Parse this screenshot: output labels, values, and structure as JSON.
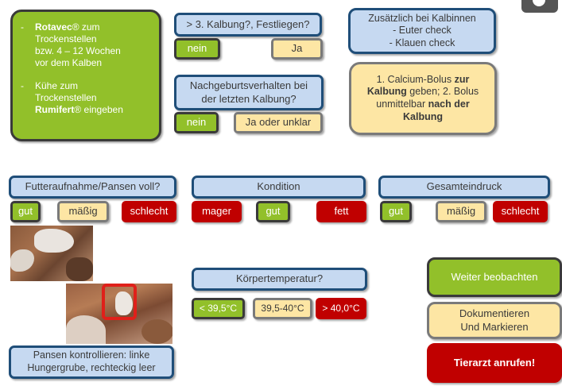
{
  "top_left": {
    "bullet1_a": "Rotavec",
    "bullet1_b": "® zum",
    "bullet1_c": "Trockenstellen",
    "bullet1_d": "bzw. 4 – 12 Wochen",
    "bullet1_e": "vor dem Kalben",
    "bullet2_a": "Kühe zum",
    "bullet2_b": "Trockenstellen",
    "bullet2_c": "Rumifert",
    "bullet2_d": "® eingeben",
    "dash": "-"
  },
  "q_kalbung": {
    "question": "> 3. Kalbung?, Festliegen?",
    "no": "nein",
    "yes": "Ja"
  },
  "q_nachgeburt": {
    "question_line1": "Nachgeburtsverhalten bei",
    "question_line2": "der letzten  Kalbung?",
    "no": "nein",
    "yes": "Ja oder unklar"
  },
  "extra_box": {
    "line1": "Zusätzlich bei Kalbinnen",
    "line2": "-    Euter check",
    "line3": "-    Klauen check"
  },
  "calcium_box": {
    "part1": "1. Calcium-Bolus ",
    "part2": "zur Kalbung",
    "part3": " geben; 2. Bolus unmittelbar ",
    "part4": "nach der Kalbung"
  },
  "futter": {
    "question": "Futteraufnahme/Pansen voll?",
    "opt1": "gut",
    "opt2": "mäßig",
    "opt3": "schlecht"
  },
  "kondition": {
    "question": "Kondition",
    "opt1": "mager",
    "opt2": "gut",
    "opt3": "fett"
  },
  "gesamt": {
    "question": "Gesamteindruck",
    "opt1": "gut",
    "opt2": "mäßig",
    "opt3": "schlecht"
  },
  "temperatur": {
    "question": "Körpertemperatur?",
    "opt1": "< 39,5°C",
    "opt2": "39,5-40°C",
    "opt3": "> 40,0°C"
  },
  "pansen_note": {
    "line1": "Pansen kontrollieren: linke",
    "line2": "Hungergrube, rechteckig leer"
  },
  "actions": {
    "observe": "Weiter beobachten",
    "document_line1": "Dokumentieren",
    "document_line2": "Und Markieren",
    "vet": "Tierarzt anrufen!"
  },
  "colors": {
    "green": "#92c02a",
    "blue_fill": "#c6d9f1",
    "blue_border": "#1f4e79",
    "tan": "#fde6a4",
    "red": "#c00000"
  }
}
